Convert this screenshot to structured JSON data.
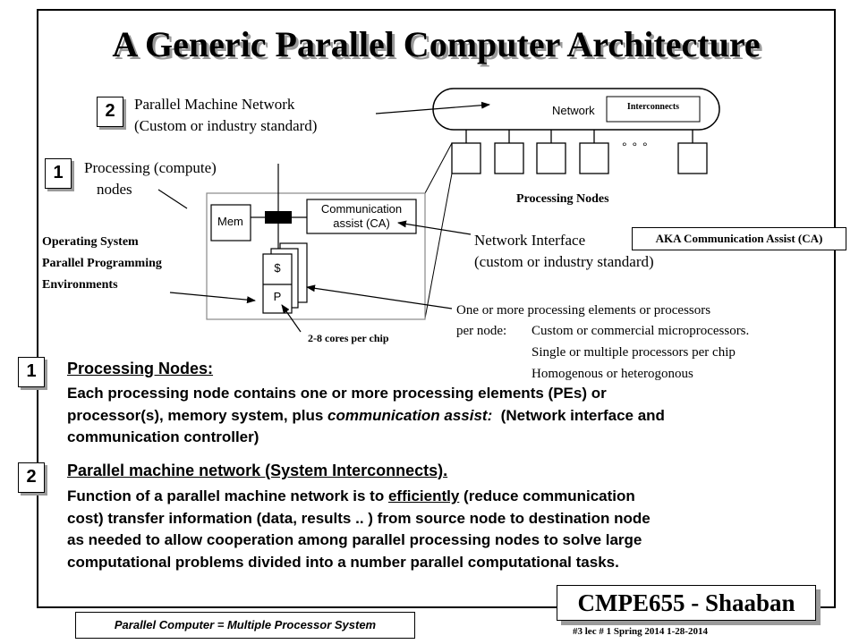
{
  "title": "A Generic Parallel Computer Architecture",
  "diagram": {
    "label2": {
      "number": "2",
      "line1": "Parallel Machine Network",
      "line2": "(Custom or industry standard)"
    },
    "label1": {
      "number": "1",
      "line1": "Processing (compute)",
      "line2": "nodes"
    },
    "os_labels": [
      "Operating System",
      "Parallel Programming",
      "Environments"
    ],
    "network_label": "Network",
    "interconnects_label": "Interconnects",
    "ellipsis": "° ° °",
    "processing_nodes_label": "Processing Nodes",
    "node_mem": "Mem",
    "node_ca_line1": "Communication",
    "node_ca_line2": "assist (CA)",
    "node_cache": "$",
    "node_proc": "P",
    "network_interface_line1": "Network Interface",
    "network_interface_line2": "(custom or industry standard)",
    "aka_label": "AKA Communication Assist (CA)",
    "pe_intro_line1": "One or more processing elements or processors",
    "pe_intro_prefix": "per node:",
    "pe_items": [
      "Custom or commercial microprocessors.",
      "Single or multiple processors per chip",
      "Homogenous or heterogonous"
    ],
    "cores_label": "2-8 cores per chip"
  },
  "sections": [
    {
      "number": "1",
      "heading": "Processing Nodes:",
      "body_pre": "Each processing node contains one or more processing elements (PEs) or\nprocessor(s), memory system, plus ",
      "body_em": "communication assist:",
      "body_post": "  (Network interface and\ncommunication controller)"
    },
    {
      "number": "2",
      "heading": "Parallel machine network (System Interconnects).",
      "body_pre": "Function of a parallel machine network is to ",
      "body_u": "efficiently",
      "body_post": " (reduce communication\ncost) transfer information (data, results .. ) from source node to destination node\nas needed to allow cooperation among parallel processing nodes to solve large\ncomputational problems divided into a number parallel computational tasks."
    }
  ],
  "footer": {
    "course": "CMPE655 - Shaaban",
    "equation": "Parallel Computer = Multiple Processor System",
    "info": "#3   lec # 1   Spring 2014   1-28-2014"
  }
}
